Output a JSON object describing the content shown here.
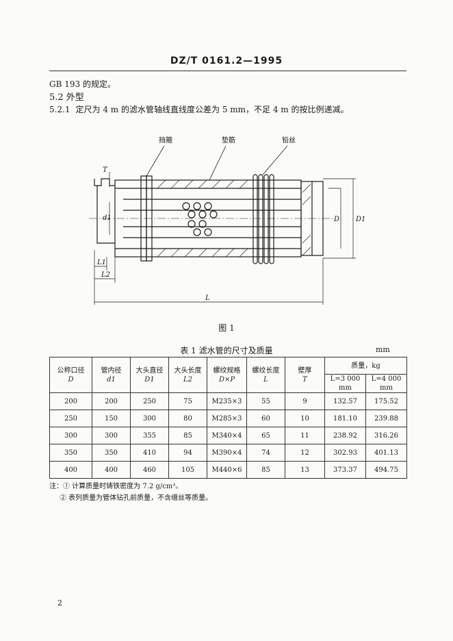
{
  "header": {
    "standard_number": "DZ/T 0161.2—1995"
  },
  "body": {
    "line1": "GB 193 的规定。",
    "section": "5.2  外型",
    "clause_number": "5.2.1",
    "clause_text": "定尺为 4 m 的滤水管轴线直线度公差为 5 mm，不足 4 m 的按比例递减。"
  },
  "figure": {
    "labels": {
      "baffle": "挡箍",
      "rib": "垫筋",
      "wire": "铅丝",
      "T": "T",
      "d1": "d1",
      "D": "D",
      "D1": "D1",
      "L1": "L1",
      "L2": "L2",
      "L": "L"
    },
    "caption": "图 1"
  },
  "table": {
    "caption": "表 1   滤水管的尺寸及质量",
    "unit": "mm",
    "headers": [
      {
        "name": "公称口径",
        "symbol": "D"
      },
      {
        "name": "管内径",
        "symbol": "d1"
      },
      {
        "name": "大头直径",
        "symbol": "D1"
      },
      {
        "name": "大头长度",
        "symbol": "L2"
      },
      {
        "name": "螺纹规格",
        "symbol": "D×P"
      },
      {
        "name": "螺纹长度",
        "symbol": "L"
      },
      {
        "name": "壁厚",
        "symbol": "T"
      }
    ],
    "mass_header": "质量，kg",
    "mass_subheaders": [
      "L=3 000 mm",
      "L=4 000 mm"
    ],
    "rows": [
      [
        "200",
        "200",
        "250",
        "75",
        "M235×3",
        "55",
        "9",
        "132.57",
        "175.52"
      ],
      [
        "250",
        "150",
        "300",
        "80",
        "M285×3",
        "60",
        "10",
        "181.10",
        "239.88"
      ],
      [
        "300",
        "300",
        "355",
        "85",
        "M340×4",
        "65",
        "11",
        "238.92",
        "316.26"
      ],
      [
        "350",
        "350",
        "410",
        "94",
        "M390×4",
        "74",
        "12",
        "302.93",
        "401.13"
      ],
      [
        "400",
        "400",
        "460",
        "105",
        "M440×6",
        "85",
        "13",
        "373.37",
        "494.75"
      ]
    ]
  },
  "notes": [
    "注：① 计算质量时铸铁密度为 7.2 g/cm³。",
    "② 表列质量为管体钻孔前质量，不含缠丝等质量。"
  ],
  "page_number": "2"
}
